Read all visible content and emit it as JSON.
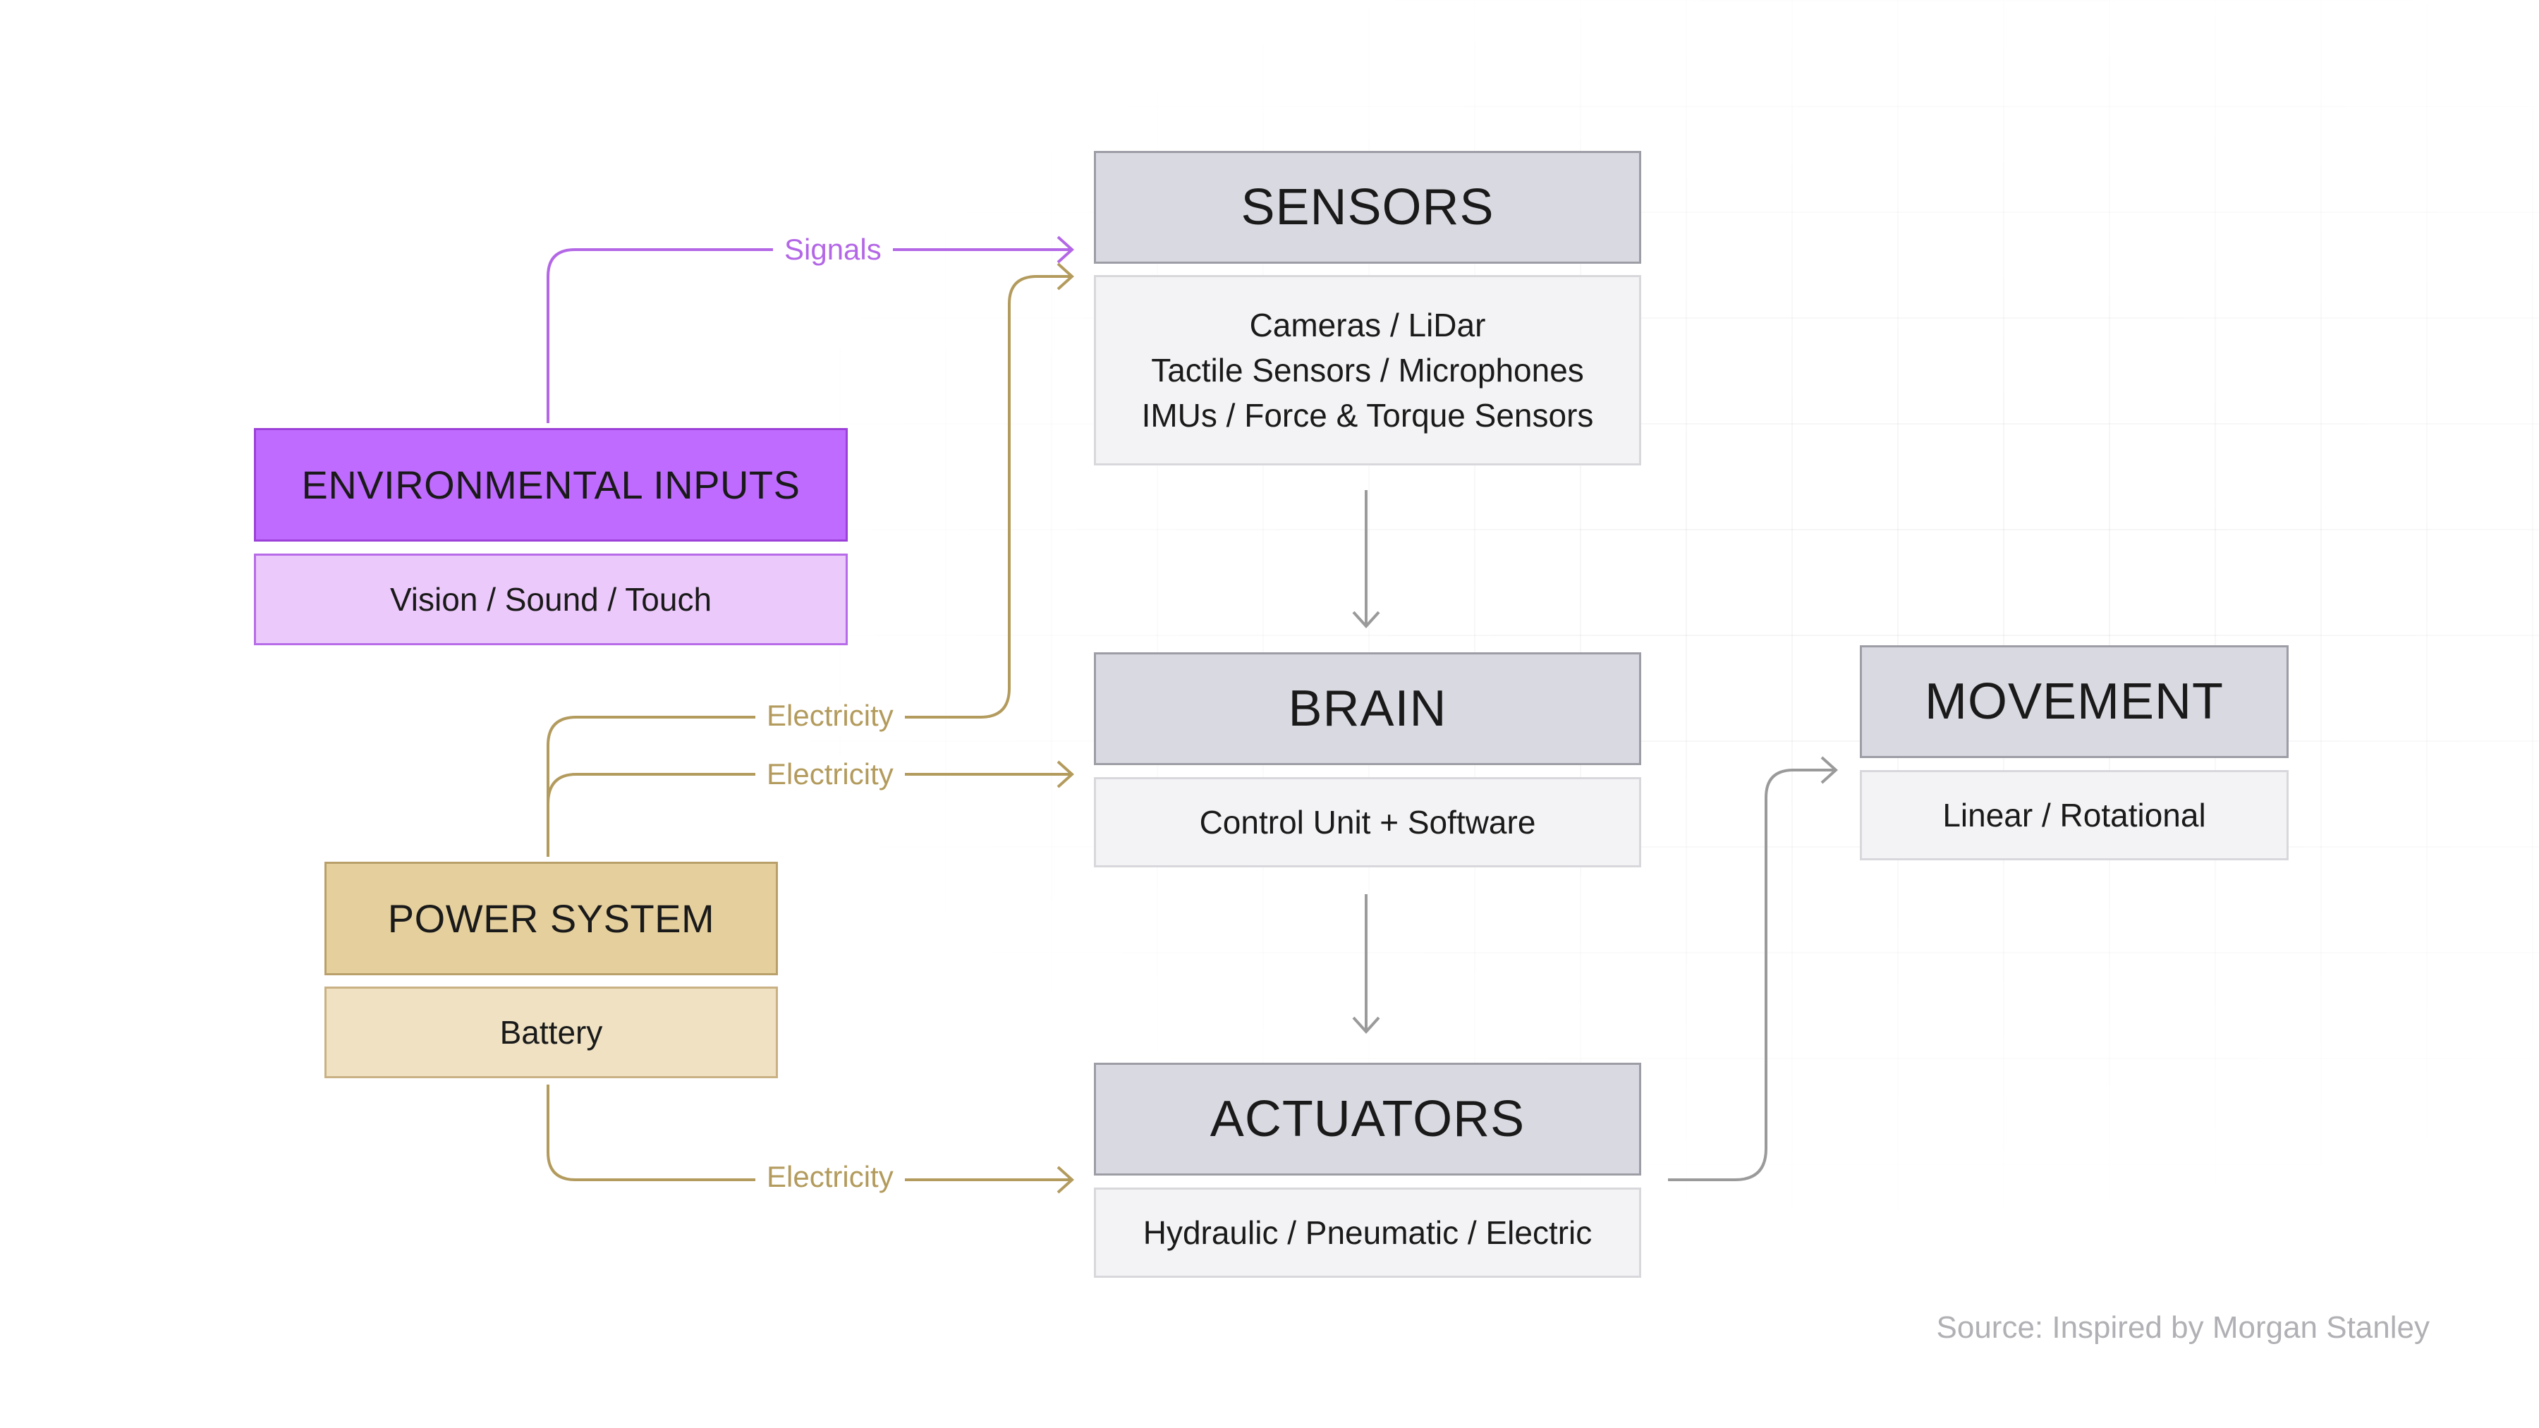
{
  "colors": {
    "purple_line": "#b367e6",
    "gold_line": "#b39b5d",
    "gray_line": "#9a9a9a"
  },
  "nodes": {
    "sensors": {
      "title": "SENSORS",
      "details": [
        "Cameras / LiDar",
        "Tactile Sensors / Microphones",
        "IMUs / Force & Torque Sensors"
      ]
    },
    "environmental_inputs": {
      "title": "ENVIRONMENTAL INPUTS",
      "details": [
        "Vision / Sound / Touch"
      ]
    },
    "brain": {
      "title": "BRAIN",
      "details": [
        "Control Unit + Software"
      ]
    },
    "movement": {
      "title": "MOVEMENT",
      "details": [
        "Linear / Rotational"
      ]
    },
    "power_system": {
      "title": "POWER SYSTEM",
      "details": [
        "Battery"
      ]
    },
    "actuators": {
      "title": "ACTUATORS",
      "details": [
        "Hydraulic / Pneumatic / Electric"
      ]
    }
  },
  "edge_labels": {
    "signals": "Signals",
    "electricity_sensors": "Electricity",
    "electricity_brain": "Electricity",
    "electricity_actuators": "Electricity"
  },
  "source": "Source: Inspired by Morgan Stanley"
}
